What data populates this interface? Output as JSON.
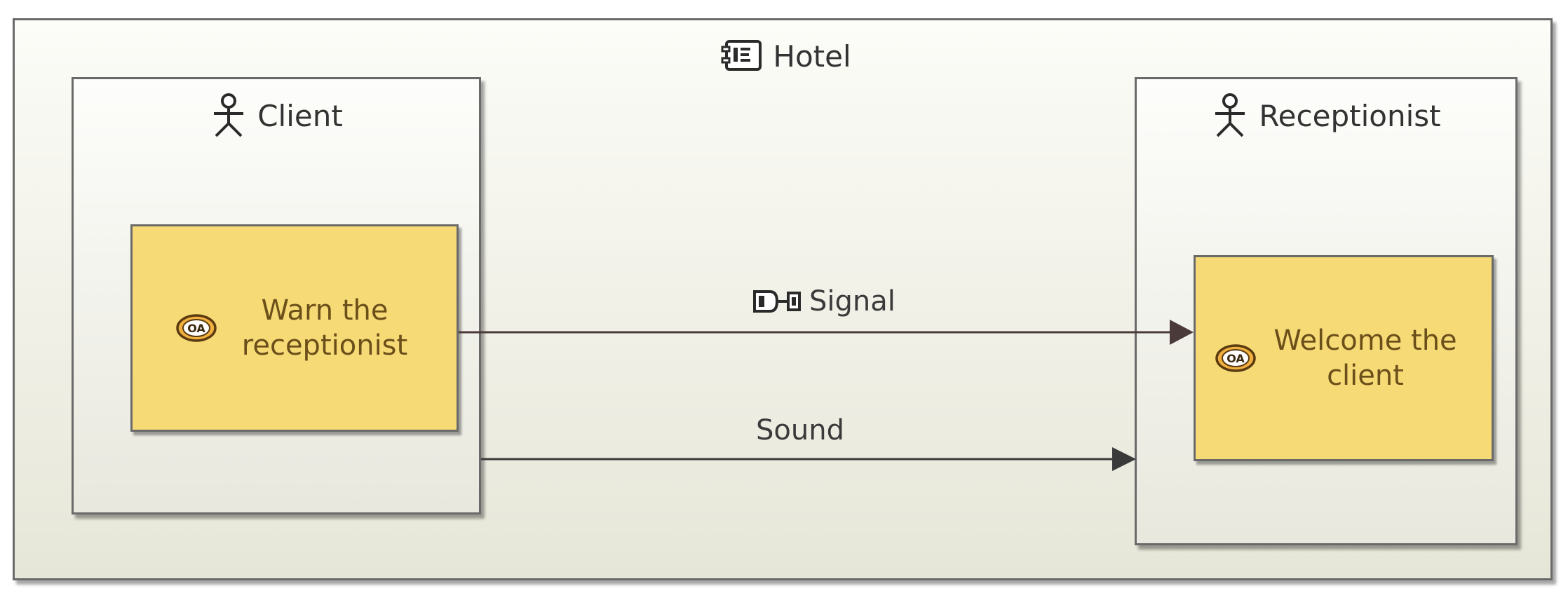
{
  "system": {
    "name": "Hotel",
    "icon": "system-component-icon"
  },
  "actors": [
    {
      "name": "Client",
      "icon": "actor-stick-figure-icon",
      "activity": {
        "label": "Warn the receptionist",
        "icon": "operational-activity-icon"
      }
    },
    {
      "name": "Receptionist",
      "icon": "actor-stick-figure-icon",
      "activity": {
        "label": "Welcome the client",
        "icon": "operational-activity-icon"
      }
    }
  ],
  "exchanges": [
    {
      "label": "Signal",
      "icon": "exchange-item-icon",
      "from": "Warn the receptionist",
      "to": "Welcome the client"
    },
    {
      "label": "Sound",
      "from": "Client",
      "to": "Receptionist"
    }
  ],
  "colors": {
    "activity_fill": "#f6da76",
    "border": "#6a6a6a",
    "arrow": "#4a3a3a"
  }
}
